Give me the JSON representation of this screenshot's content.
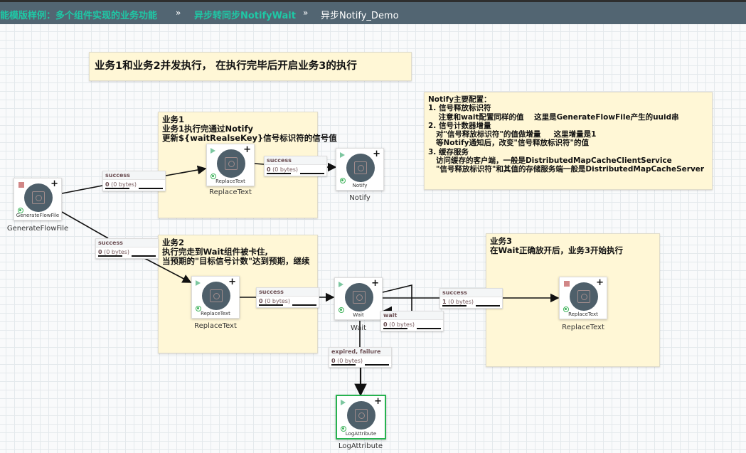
{
  "breadcrumb": {
    "items": [
      "能模版样例：多个组件实现的业务功能",
      "异步转同步NotifyWait",
      "异步Notify_Demo"
    ],
    "separator": "»"
  },
  "labels": {
    "title": "业务1和业务2并发执行， 在执行完毕后开启业务3的执行",
    "notify_config": "Notify主要配置：\n1. 信号释放标识符\n    注意和wait配置同样的值    这里是GenerateFlowFile产生的uuid串\n2. 信号计数器增量\n   对\"信号释放标识符\"的值做增量     这里增量是1\n   等Notify通知后，改变\"信号释放标识符\"的值\n3. 缓存服务\n   访问缓存的客户端，一般是DistributedMapCacheClientService\n   \"信号释放标识符\"和其值的存储服务端一般是DistributedMapCacheServer",
    "biz1": "业务1\n业务1执行完通过Notify\n更新${waitRealseKey}信号标识符的信号值",
    "biz2": "业务2\n执行完走到Wait组件被卡住,\n当预期的\"目标信号计数\"达到预期，继续",
    "biz3": "业务3\n在Wait正确放开后，业务3开始执行"
  },
  "processors": [
    {
      "type": "GenerateFlowFile",
      "name": "GenerateFlowFile",
      "state": "stopped"
    },
    {
      "type": "ReplaceText",
      "name": "ReplaceText",
      "state": "running"
    },
    {
      "type": "Notify",
      "name": "Notify",
      "state": "running"
    },
    {
      "type": "ReplaceText",
      "name": "ReplaceText",
      "state": "running"
    },
    {
      "type": "Wait",
      "name": "Wait",
      "state": "running"
    },
    {
      "type": "ReplaceText",
      "name": "ReplaceText",
      "state": "stopped"
    },
    {
      "type": "LogAttribute",
      "name": "LogAttribute",
      "state": "running",
      "selected": true
    }
  ],
  "connections": [
    {
      "rel": "success",
      "count": "0",
      "size": "(0 bytes)"
    },
    {
      "rel": "success",
      "count": "0",
      "size": "(0 bytes)"
    },
    {
      "rel": "success",
      "count": "0",
      "size": "(0 bytes)"
    },
    {
      "rel": "success",
      "count": "0",
      "size": "(0 bytes)"
    },
    {
      "rel": "success",
      "count": "1",
      "size": "(0 bytes)"
    },
    {
      "rel": "wait",
      "count": "0",
      "size": "(0 bytes)"
    },
    {
      "rel": "expired, failure",
      "count": "0",
      "size": "(0 bytes)"
    }
  ],
  "colors": {
    "header": "#526572",
    "breadcrumb_link": "#1ec9a6",
    "label_bg": "#fff7d6",
    "processor_circle": "#4e5f6a",
    "running": "#7dc7a0",
    "stopped": "#d18686",
    "selected": "#26b34f"
  }
}
